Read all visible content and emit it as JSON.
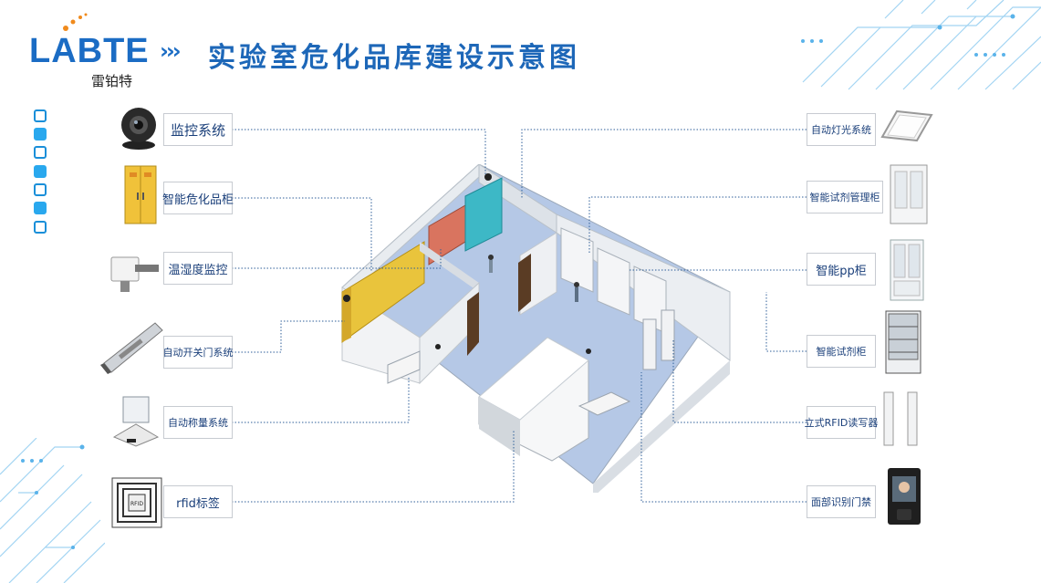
{
  "header": {
    "logo_text": "LABTE",
    "logo_sub": "雷铂特",
    "chevrons": "›››",
    "title": "实验室危化品库建设示意图"
  },
  "colors": {
    "brand": "#1b6cc4",
    "accent": "#29a8ee",
    "label_text": "#1a3f7a",
    "box_border": "#c7cbd1"
  },
  "left_labels": [
    {
      "text": "监控系统",
      "icon": "camera-icon"
    },
    {
      "text": "智能危化品柜",
      "icon": "hazmat-cabinet-icon"
    },
    {
      "text": "温湿度监控",
      "icon": "humidity-sensor-icon"
    },
    {
      "text": "自动开关门系统",
      "icon": "door-closer-icon"
    },
    {
      "text": "自动称量系统",
      "icon": "scale-icon"
    },
    {
      "text": "rfid标签",
      "icon": "rfid-tag-icon"
    }
  ],
  "right_labels": [
    {
      "text": "自动灯光系统",
      "icon": "panel-light-icon"
    },
    {
      "text": "智能试剂管理柜",
      "icon": "reagent-cabinet-icon"
    },
    {
      "text": "智能pp柜",
      "icon": "pp-cabinet-icon"
    },
    {
      "text": "智能试剂柜",
      "icon": "reagent-rack-icon"
    },
    {
      "text": "立式RFID读写器",
      "icon": "rfid-reader-icon"
    },
    {
      "text": "面部识别门禁",
      "icon": "face-recognition-icon"
    }
  ],
  "rfid_tag_text": "RFID"
}
